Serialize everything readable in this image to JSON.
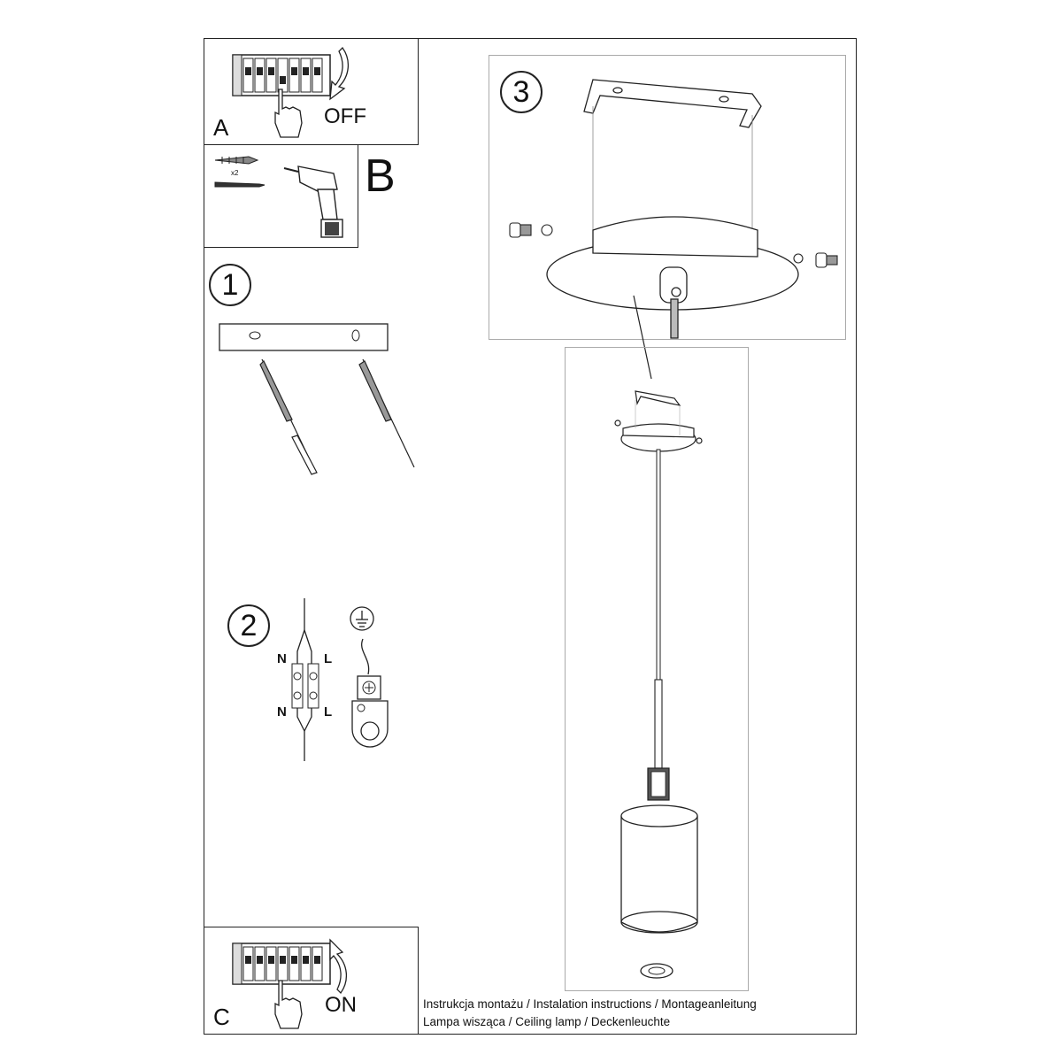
{
  "panel_a": {
    "letter": "A",
    "label": "OFF"
  },
  "panel_b": {
    "letter": "B",
    "count": "x2"
  },
  "panel_c": {
    "letter": "C",
    "label": "ON"
  },
  "steps": {
    "one": "1",
    "two": "2",
    "three": "3"
  },
  "wiring": {
    "n_top": "N",
    "l_top": "L",
    "n_bottom": "N",
    "l_bottom": "L"
  },
  "captions": {
    "line1": "Instrukcja montażu / Instalation instructions / Montageanleitung",
    "line2": "Lampa wisząca / Ceiling lamp / Deckenleuchte"
  },
  "icons": {
    "breaker": "circuit-breaker-icon",
    "hand": "hand-icon",
    "drill": "drill-icon",
    "ground": "ground-symbol-icon"
  }
}
